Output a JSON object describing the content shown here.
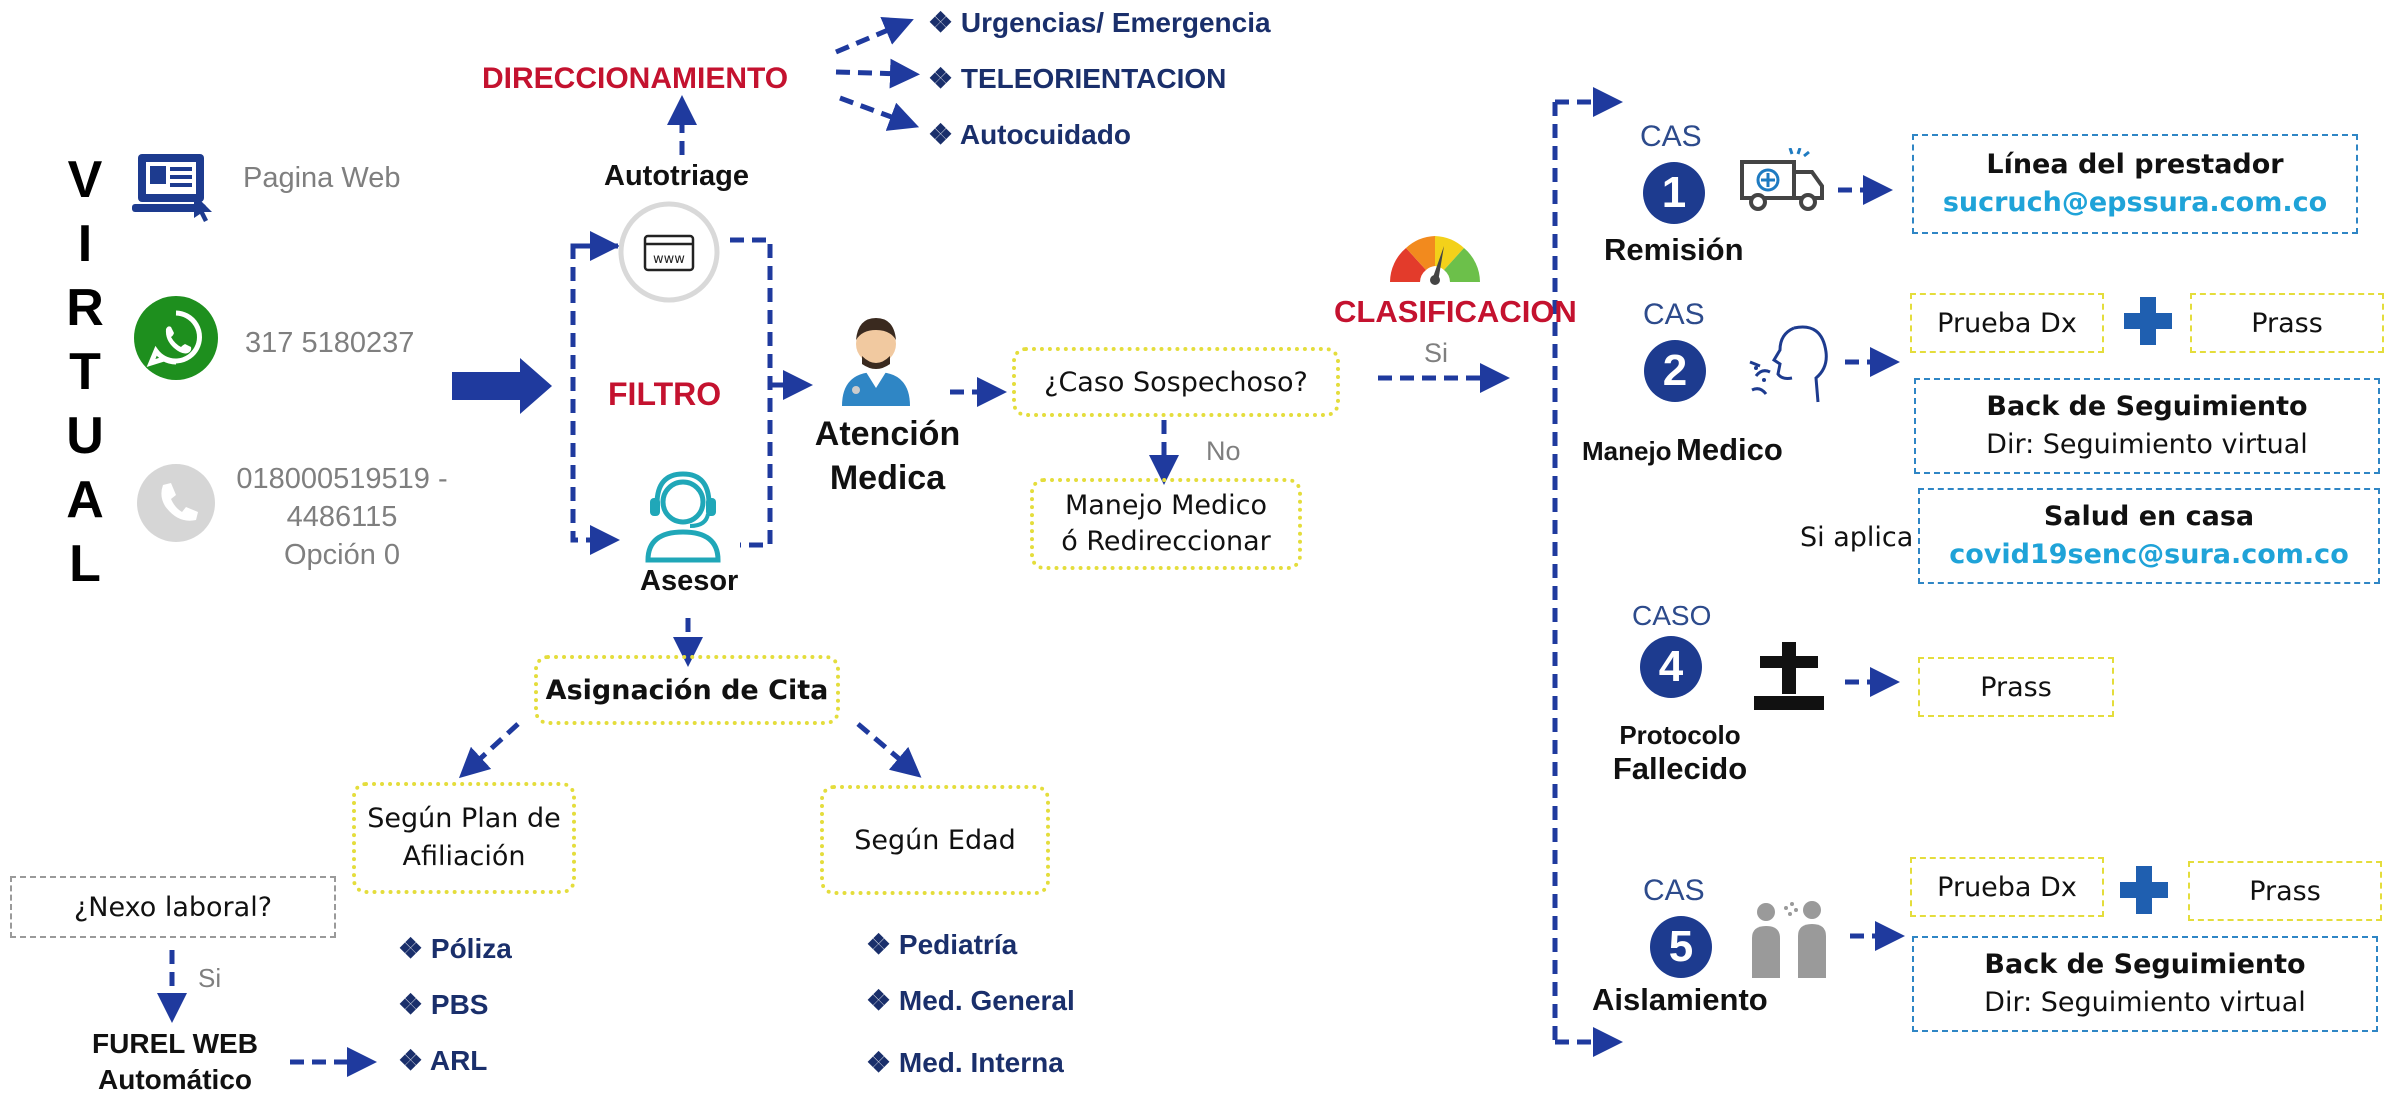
{
  "virtual_letters": [
    "V",
    "I",
    "R",
    "T",
    "U",
    "A",
    "L"
  ],
  "channels": {
    "web": {
      "label": "Pagina Web",
      "icon": "web-monitor-icon"
    },
    "whatsapp": {
      "label": "317 5180237",
      "icon": "whatsapp-icon"
    },
    "phone": {
      "line1": "018000519519 -",
      "line2": "4486115",
      "line3": "Opción 0",
      "icon": "phone-icon"
    }
  },
  "filtro": "FILTRO",
  "autotriage": "Autotriage",
  "asesor": "Asesor",
  "direccionamiento": {
    "title": "DIRECCIONAMIENTO",
    "items": [
      "Urgencias/ Emergencia",
      "TELEORIENTACION",
      "Autocuidado"
    ]
  },
  "atencion": {
    "line1": "Atención",
    "line2": "Medica"
  },
  "caso_sospechoso": "¿Caso Sospechoso?",
  "no_label": "No",
  "manejo_redireccionar": {
    "line1": "Manejo Medico",
    "line2": "ó Redireccionar"
  },
  "asignacion": {
    "title": "Asignación de Cita",
    "plan": {
      "line1": "Según Plan de",
      "line2": "Afiliación",
      "items": [
        "Póliza",
        "PBS",
        "ARL"
      ]
    },
    "edad": {
      "title": "Según Edad",
      "items": [
        "Pediatría",
        "Med. General",
        "Med. Interna"
      ]
    }
  },
  "nexo": {
    "question": "¿Nexo laboral?",
    "si": "Si",
    "furel_line1": "FUREL WEB",
    "furel_line2": "Automático"
  },
  "clasificacion": {
    "title": "CLASIFICACION",
    "si": "Si"
  },
  "cases": {
    "c1": {
      "cas": "CAS",
      "num": "1",
      "caption": "Remisión",
      "box_title": "Línea del prestador",
      "box_email": "sucruch@epssura.com.co"
    },
    "c2": {
      "cas": "CAS",
      "num": "2",
      "caption_small": "Manejo",
      "caption_big": "Medico",
      "prueba": "Prueba Dx",
      "prass": "Prass",
      "back_title": "Back de Seguimiento",
      "back_sub": "Dir: Seguimiento virtual",
      "si_aplica": "Si aplica",
      "salud_title": "Salud en casa",
      "salud_email": "covid19senc@sura.com.co"
    },
    "c4": {
      "cas": "CASO",
      "num": "4",
      "caption_line1": "Protocolo",
      "caption_line2": "Fallecido",
      "prass": "Prass"
    },
    "c5": {
      "cas": "CAS",
      "num": "5",
      "caption": "Aislamiento",
      "prueba": "Prueba Dx",
      "prass": "Prass",
      "back_title": "Back de Seguimiento",
      "back_sub": "Dir: Seguimiento virtual"
    }
  },
  "colors": {
    "arrow": "#1f3a9e",
    "red": "#c4122f",
    "yellow_border": "#e4dd3c",
    "blue_border": "#2f86c5",
    "email": "#1fa3d8",
    "case_circle": "#1d3b8f"
  }
}
